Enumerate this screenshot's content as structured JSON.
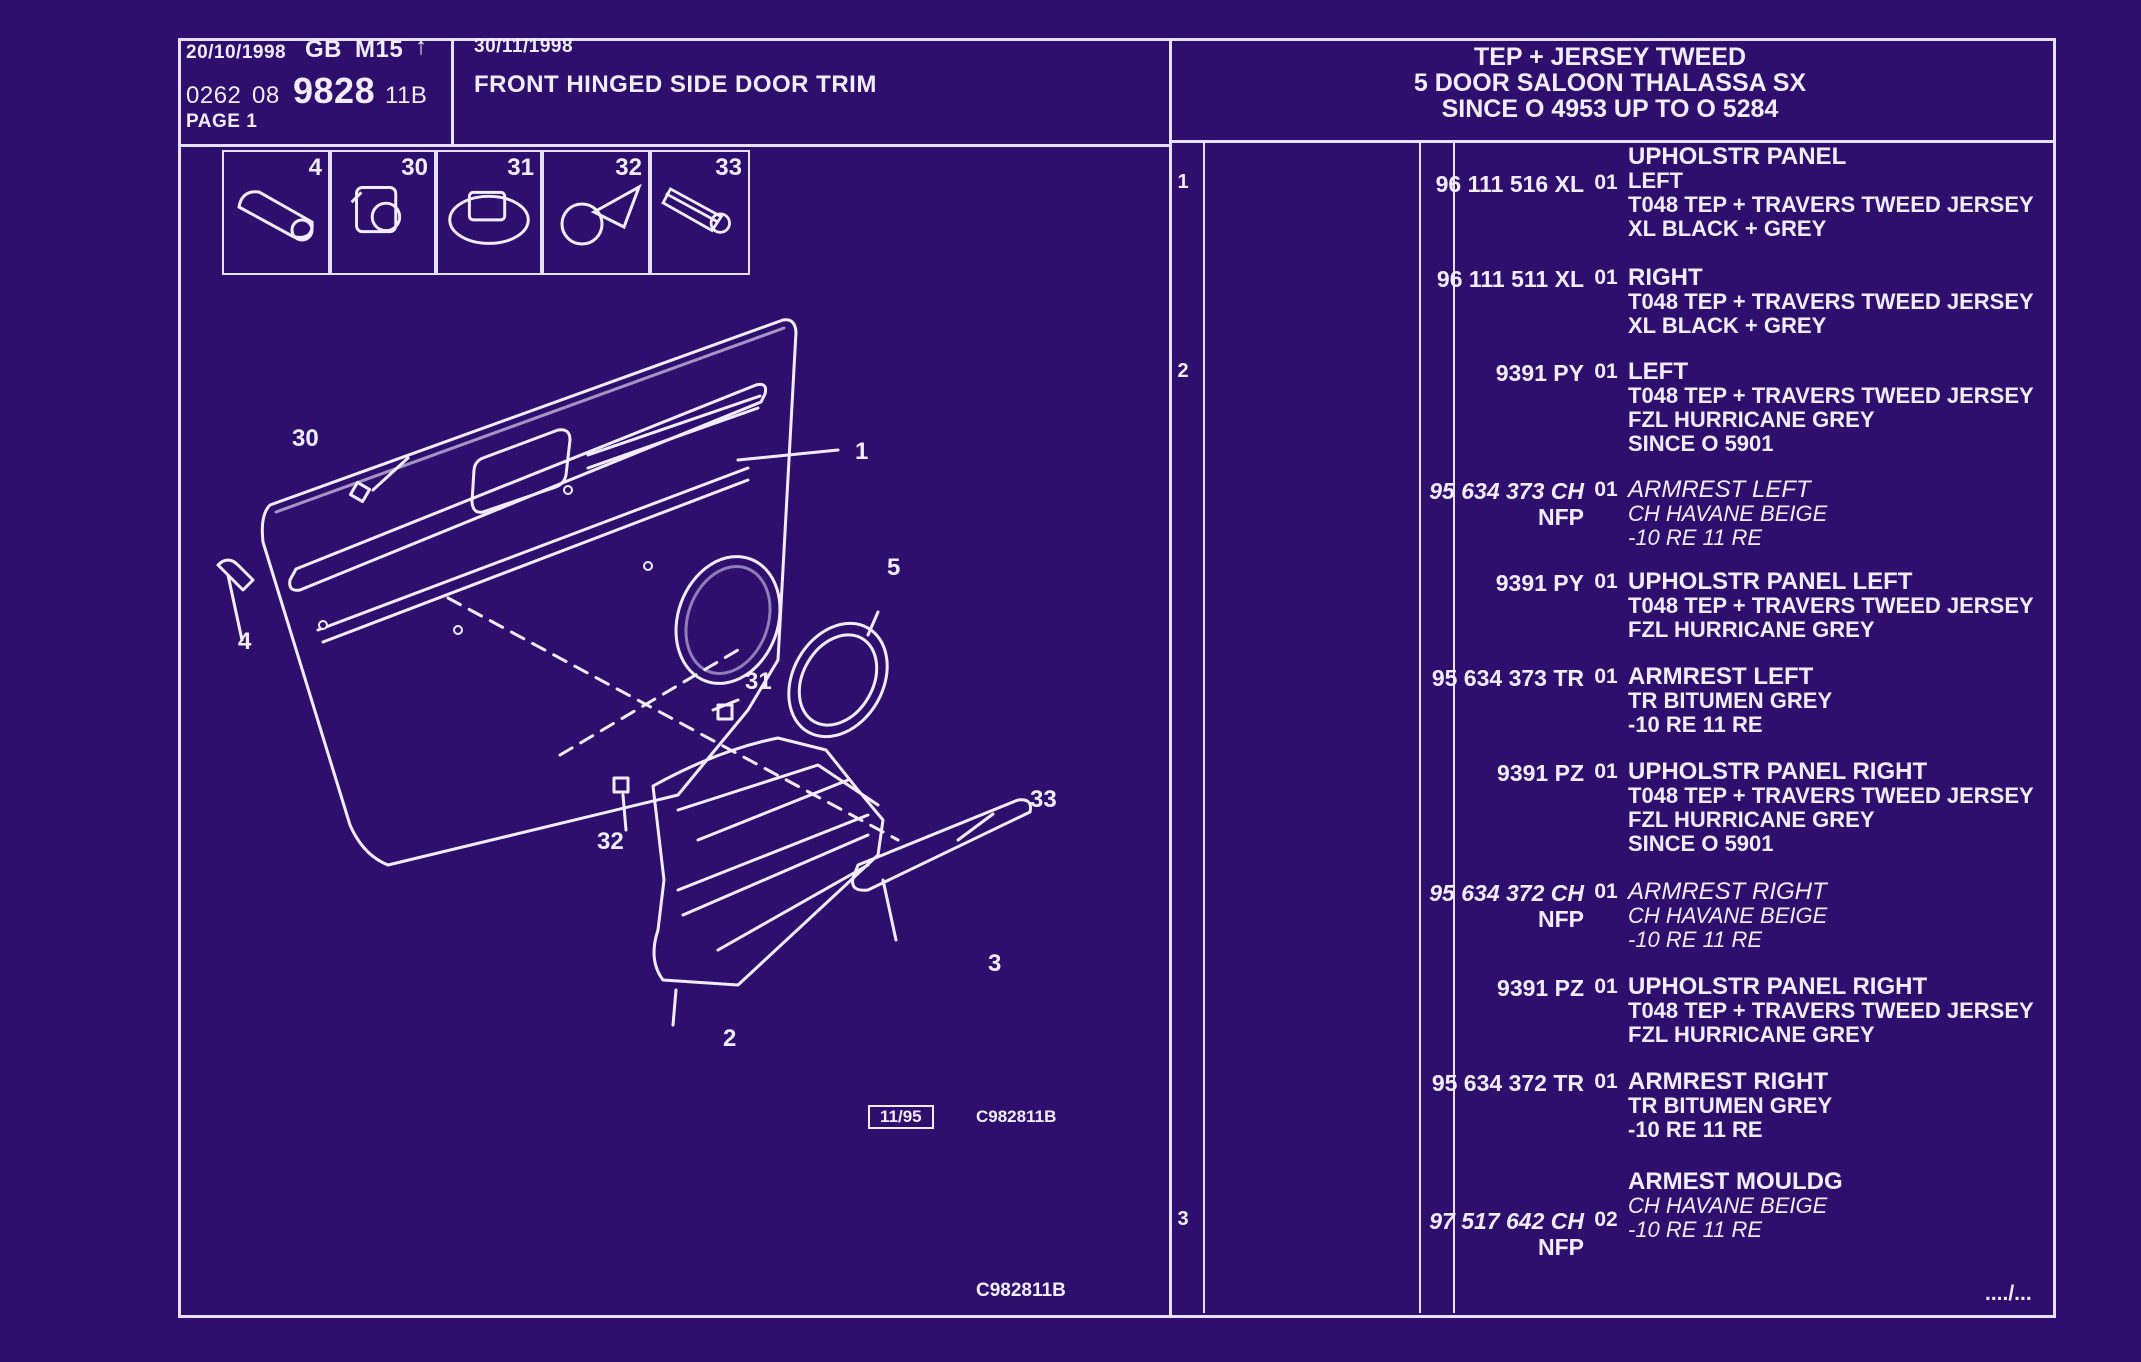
{
  "header": {
    "date": "20/10/1998",
    "market": "GB",
    "model": "M15",
    "arrow": "↑",
    "group": "0262",
    "subgroup": "08",
    "plate": "9828",
    "suffix": "11B",
    "page": "PAGE  1",
    "revision_date": "30/11/1998",
    "title": "FRONT HINGED SIDE DOOR TRIM",
    "variant_line1": "TEP + JERSEY TWEED",
    "variant_line2": "5 DOOR SALOON THALASSA SX",
    "variant_line3": "SINCE O  4953 UP  TO  O  5284"
  },
  "thumbnails": [
    "4",
    "30",
    "31",
    "32",
    "33"
  ],
  "callouts": [
    "30",
    "1",
    "4",
    "5",
    "31",
    "32",
    "33",
    "3",
    "2"
  ],
  "diagram_codes": {
    "stamp": "11/95",
    "ref1": "C982811B",
    "ref2": "C982811B"
  },
  "entries": [
    {
      "idx": "1",
      "ref": "96 111 516 XL",
      "nfp": "",
      "qty": "01",
      "head": "UPHOLSTR PANEL",
      "lines": [
        "LEFT",
        "T048 TEP + TRAVERS TWEED JERSEY",
        "XL BLACK + GREY"
      ],
      "italic": false
    },
    {
      "idx": "",
      "ref": "96 111 511 XL",
      "nfp": "",
      "qty": "01",
      "head": "",
      "lines": [
        "RIGHT",
        "T048 TEP + TRAVERS TWEED JERSEY",
        "XL BLACK + GREY"
      ],
      "italic": false
    },
    {
      "idx": "2",
      "ref": "9391 PY",
      "nfp": "",
      "qty": "01",
      "head": "",
      "lines": [
        "LEFT",
        "T048 TEP + TRAVERS TWEED JERSEY",
        "FZL HURRICANE GREY",
        "SINCE O 5901"
      ],
      "italic": false
    },
    {
      "idx": "",
      "ref": "95 634 373 CH",
      "nfp": "NFP",
      "qty": "01",
      "head": "",
      "lines": [
        "ARMREST LEFT",
        "CH HAVANE BEIGE",
        "-10 RE 11 RE"
      ],
      "italic": true
    },
    {
      "idx": "",
      "ref": "9391 PY",
      "nfp": "",
      "qty": "01",
      "head": "",
      "lines": [
        "UPHOLSTR PANEL LEFT",
        "T048 TEP + TRAVERS TWEED JERSEY",
        "FZL HURRICANE GREY"
      ],
      "italic": false
    },
    {
      "idx": "",
      "ref": "95 634 373 TR",
      "nfp": "",
      "qty": "01",
      "head": "",
      "lines": [
        "ARMREST LEFT",
        "TR BITUMEN GREY",
        "-10 RE 11 RE"
      ],
      "italic": false
    },
    {
      "idx": "",
      "ref": "9391 PZ",
      "nfp": "",
      "qty": "01",
      "head": "",
      "lines": [
        "UPHOLSTR PANEL RIGHT",
        "T048 TEP + TRAVERS TWEED JERSEY",
        "FZL HURRICANE GREY",
        "SINCE O 5901"
      ],
      "italic": false
    },
    {
      "idx": "",
      "ref": "95 634 372 CH",
      "nfp": "NFP",
      "qty": "01",
      "head": "",
      "lines": [
        "ARMREST RIGHT",
        "CH HAVANE BEIGE",
        "-10 RE 11 RE"
      ],
      "italic": true
    },
    {
      "idx": "",
      "ref": "9391 PZ",
      "nfp": "",
      "qty": "01",
      "head": "",
      "lines": [
        "UPHOLSTR PANEL RIGHT",
        "T048 TEP + TRAVERS TWEED JERSEY",
        "FZL HURRICANE GREY"
      ],
      "italic": false
    },
    {
      "idx": "",
      "ref": "95 634 372 TR",
      "nfp": "",
      "qty": "01",
      "head": "",
      "lines": [
        "ARMREST RIGHT",
        "TR BITUMEN GREY",
        "-10 RE 11 RE"
      ],
      "italic": false
    },
    {
      "idx": "3",
      "ref": "97 517 642 CH",
      "nfp": "NFP",
      "qty": "02",
      "head": "ARMEST MOULDG",
      "lines": [
        "CH HAVANE BEIGE",
        "-10 RE 11 RE"
      ],
      "italic": true
    }
  ],
  "continuation": "..../...",
  "colors": {
    "background": "#2e0f6e",
    "ink": "#f2ecff"
  }
}
